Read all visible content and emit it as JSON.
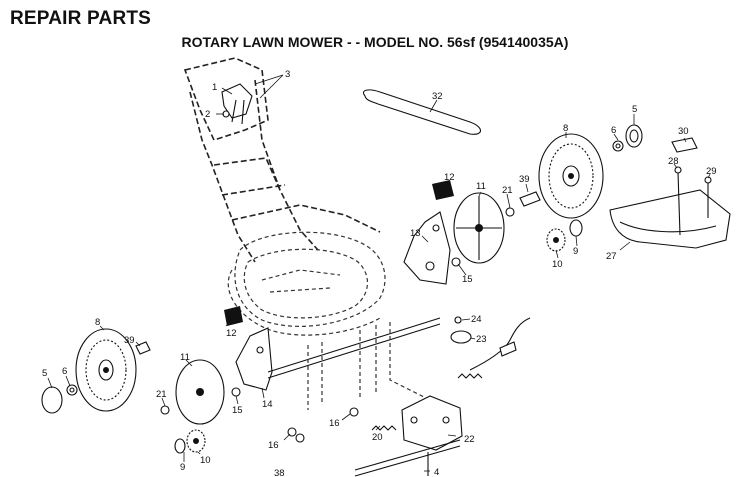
{
  "header": {
    "title": "REPAIR PARTS",
    "subtitle": "ROTARY LAWN MOWER - - MODEL NO. 56sf (954140035A)"
  },
  "callouts": [
    {
      "id": "c1",
      "label": "1"
    },
    {
      "id": "c2",
      "label": "2"
    },
    {
      "id": "c3",
      "label": "3"
    },
    {
      "id": "c32",
      "label": "32"
    },
    {
      "id": "c5a",
      "label": "5"
    },
    {
      "id": "c8a",
      "label": "8"
    },
    {
      "id": "c6a",
      "label": "6"
    },
    {
      "id": "c30",
      "label": "30"
    },
    {
      "id": "c28",
      "label": "28"
    },
    {
      "id": "c29",
      "label": "29"
    },
    {
      "id": "c12a",
      "label": "12"
    },
    {
      "id": "c11a",
      "label": "11"
    },
    {
      "id": "c21a",
      "label": "21"
    },
    {
      "id": "c39a",
      "label": "39"
    },
    {
      "id": "c13",
      "label": "13"
    },
    {
      "id": "c15a",
      "label": "15"
    },
    {
      "id": "c10a",
      "label": "10"
    },
    {
      "id": "c9a",
      "label": "9"
    },
    {
      "id": "c27",
      "label": "27"
    },
    {
      "id": "c24",
      "label": "24"
    },
    {
      "id": "c23",
      "label": "23"
    },
    {
      "id": "c8b",
      "label": "8"
    },
    {
      "id": "c39b",
      "label": "39"
    },
    {
      "id": "c12b",
      "label": "12"
    },
    {
      "id": "c11b",
      "label": "11"
    },
    {
      "id": "c5b",
      "label": "5"
    },
    {
      "id": "c6b",
      "label": "6"
    },
    {
      "id": "c21b",
      "label": "21"
    },
    {
      "id": "c15b",
      "label": "15"
    },
    {
      "id": "c14",
      "label": "14"
    },
    {
      "id": "c16a",
      "label": "16"
    },
    {
      "id": "c16b",
      "label": "16"
    },
    {
      "id": "c20",
      "label": "20"
    },
    {
      "id": "c22",
      "label": "22"
    },
    {
      "id": "c9b",
      "label": "9"
    },
    {
      "id": "c10b",
      "label": "10"
    },
    {
      "id": "c38",
      "label": "38"
    },
    {
      "id": "c4",
      "label": "4"
    }
  ]
}
